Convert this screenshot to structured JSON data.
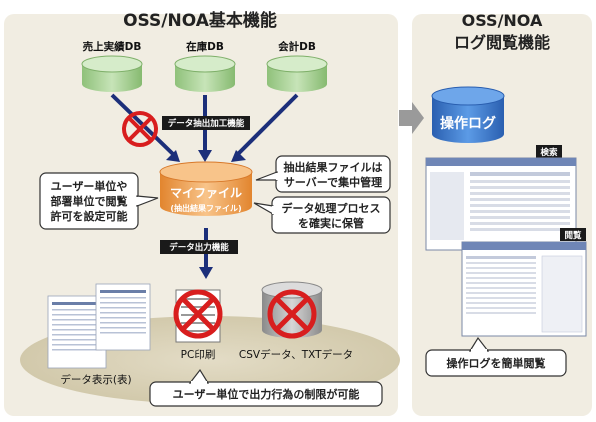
{
  "left_panel": {
    "title": "OSS/NOA基本機能"
  },
  "right_panel": {
    "title_line1": "OSS/NOA",
    "title_line2": "ログ閲覧機能"
  },
  "databases": [
    {
      "label": "売上実績DB"
    },
    {
      "label": "在庫DB"
    },
    {
      "label": "会計DB"
    }
  ],
  "extract_label": "データ抽出加工機能",
  "my_file": {
    "title": "マイファイル",
    "subtitle": "(抽出結果ファイル)"
  },
  "callouts": {
    "left": [
      "ユーザー単位や",
      "部署単位で閲覧",
      "許可を設定可能"
    ],
    "right_top": [
      "抽出結果ファイルは",
      "サーバーで集中管理"
    ],
    "right_bottom": [
      "データ処理プロセス",
      "を確実に保管"
    ],
    "bottom": "ユーザー単位で出力行為の制限が可能",
    "log": "操作ログを簡単閲覧"
  },
  "output_label": "データ出力機能",
  "outputs": {
    "table_view": "データ表示(表)",
    "pc_print": "PC印刷",
    "csv": "CSVデータ、TXTデータ"
  },
  "log_db": {
    "label": "操作ログ"
  },
  "screens": {
    "search": "検索",
    "view": "閲覧"
  },
  "colors": {
    "panel_bg": "#f1ede2",
    "db_green": "#b7d8a6",
    "db_blue": "#3f7fd0",
    "arrow_navy": "#1c2f7a",
    "prohibit_red": "#d81e1e",
    "myfile_orange": "#f0a35a"
  }
}
